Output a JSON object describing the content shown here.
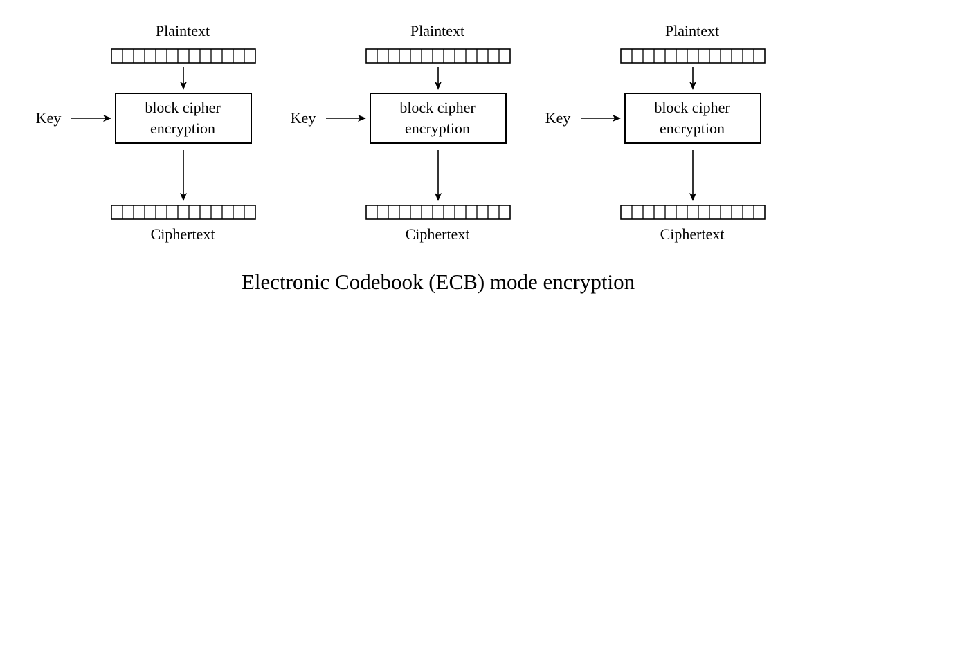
{
  "diagram": {
    "caption": "Electronic Codebook (ECB) mode encryption",
    "stages": [
      {
        "plaintext_label": "Plaintext",
        "key_label": "Key",
        "cipher_line1": "block cipher",
        "cipher_line2": "encryption",
        "ciphertext_label": "Ciphertext"
      },
      {
        "plaintext_label": "Plaintext",
        "key_label": "Key",
        "cipher_line1": "block cipher",
        "cipher_line2": "encryption",
        "ciphertext_label": "Ciphertext"
      },
      {
        "plaintext_label": "Plaintext",
        "key_label": "Key",
        "cipher_line1": "block cipher",
        "cipher_line2": "encryption",
        "ciphertext_label": "Ciphertext"
      }
    ]
  }
}
